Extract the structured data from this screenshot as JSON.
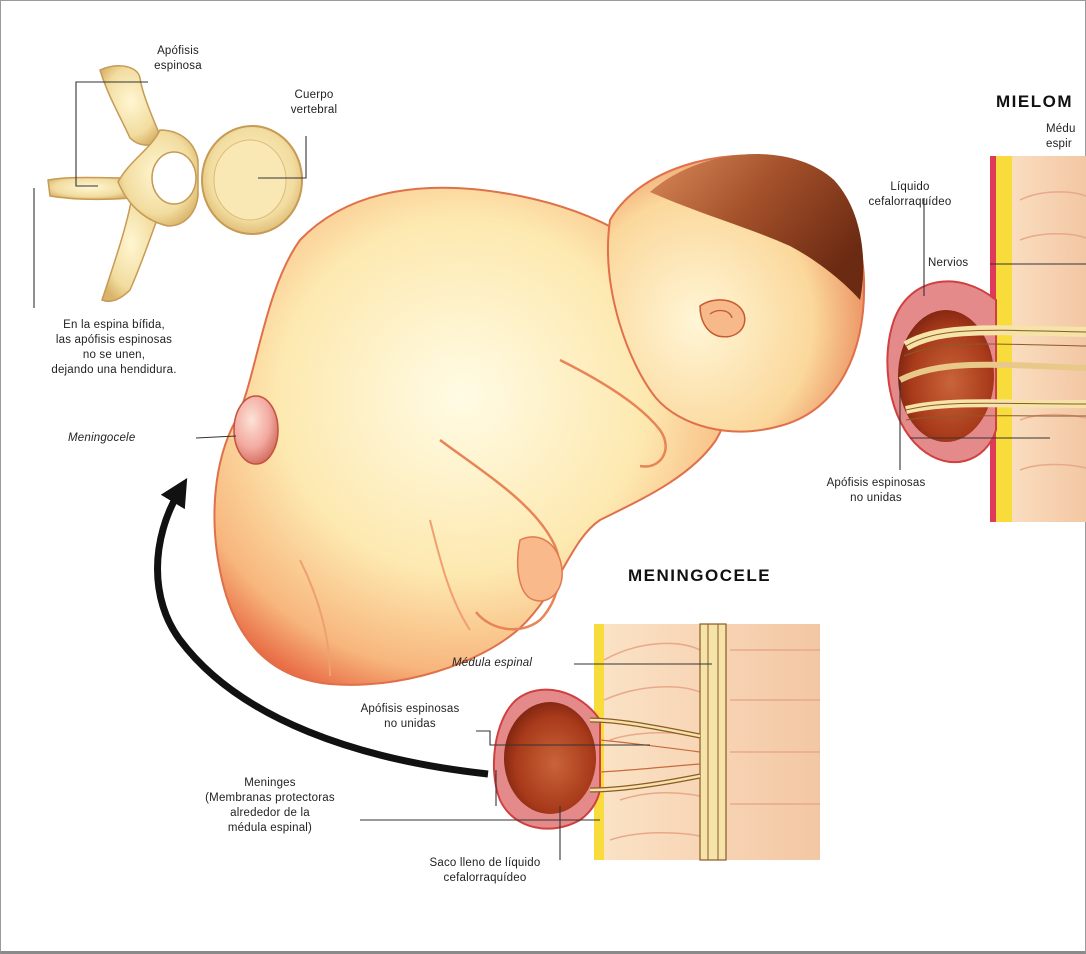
{
  "labels": {
    "apofisis_espinosa_l1": "Apófisis",
    "apofisis_espinosa_l2": "espinosa",
    "cuerpo_vertebral_l1": "Cuerpo",
    "cuerpo_vertebral_l2": "vertebral",
    "espina_bifida_note": [
      "En la espina bífida,",
      "las apófisis espinosas",
      "no se unen,",
      "dejando una hendidura."
    ],
    "meningocele_pointer": "Meningocele",
    "mielo_title": "MIELOM",
    "medula_espinal_cut_l1": "Médu",
    "medula_espinal_cut_l2": "espir",
    "liquido_l1": "Líquido",
    "liquido_l2": "cefalorraquídeo",
    "nervios": "Nervios",
    "apofisis_no_unidas_right_l1": "Apófisis espinosas",
    "apofisis_no_unidas_right_l2": "no unidas",
    "meningocele_title": "MENINGOCELE",
    "medula_espinal": "Médula espinal",
    "apofisis_no_unidas_l1": "Apófisis espinosas",
    "apofisis_no_unidas_l2": "no unidas",
    "meninges_note": [
      "Meninges",
      "(Membranas protectoras",
      "alrededor de la",
      "médula espinal)"
    ],
    "saco_l1": "Saco lleno de líquido",
    "saco_l2": "cefalorraquídeo"
  },
  "colors": {
    "bone": "#f2dda0",
    "skin": "#fde9b0",
    "skin_shade": "#ef8a5a",
    "hair": "#a3502a",
    "csf_sac": "#b8471f",
    "cord": "#f5e3a8",
    "meninges": "#c96a3a",
    "spine_bg": "#f6c9a0",
    "fat_yellow": "#f7dc3c",
    "outline": "#e04a4a"
  }
}
